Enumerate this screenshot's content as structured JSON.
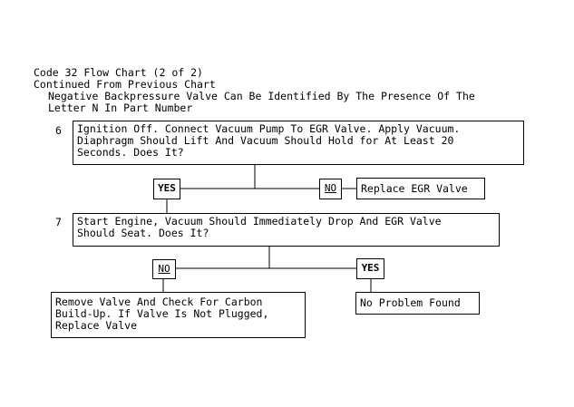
{
  "header": {
    "title": "Code 32 Flow Chart (2 of 2)",
    "continued": "Continued From Previous Chart",
    "note_line1": "Negative Backpressure Valve Can Be Identified By The Presence Of The",
    "note_line2": "Letter N In Part Number"
  },
  "steps": {
    "step6": {
      "number": "6",
      "text": "Ignition Off. Connect Vacuum Pump To EGR Valve. Apply Vacuum.\nDiaphragm Should Lift And Vacuum Should Hold for At Least 20\nSeconds. Does It?",
      "yes_label": "YES",
      "no_label": "NO",
      "no_result": "Replace EGR Valve"
    },
    "step7": {
      "number": "7",
      "text": "Start Engine, Vacuum Should Immediately Drop And EGR Valve\nShould Seat. Does It?",
      "no_label": "NO",
      "yes_label": "YES",
      "no_result": "Remove Valve And Check For Carbon\nBuild-Up. If Valve Is Not Plugged,\nReplace Valve",
      "yes_result": "No Problem Found"
    }
  }
}
